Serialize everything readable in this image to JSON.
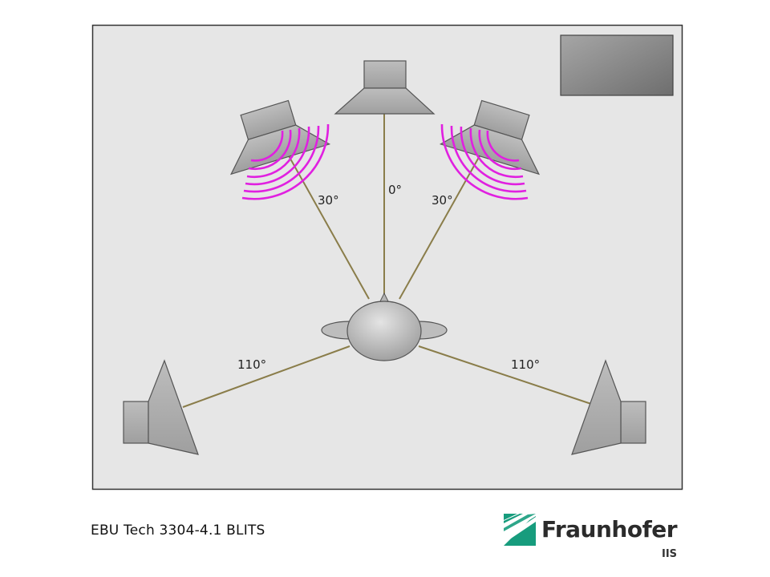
{
  "diagram": {
    "angles": {
      "center": "0°",
      "front_left": "30°",
      "front_right": "30°",
      "surround_left": "110°",
      "surround_right": "110°"
    }
  },
  "caption": "EBU Tech 3304-4.1 BLITS",
  "logo": {
    "name": "Fraunhofer",
    "subtitle": "IIS",
    "color": "#179c7d"
  },
  "colors": {
    "room_fill": "#e6e6e6",
    "room_border": "#333333",
    "speaker_fill": "#b3b3b3",
    "line_color": "#8a7d4a",
    "wave_color": "#e020e0"
  }
}
